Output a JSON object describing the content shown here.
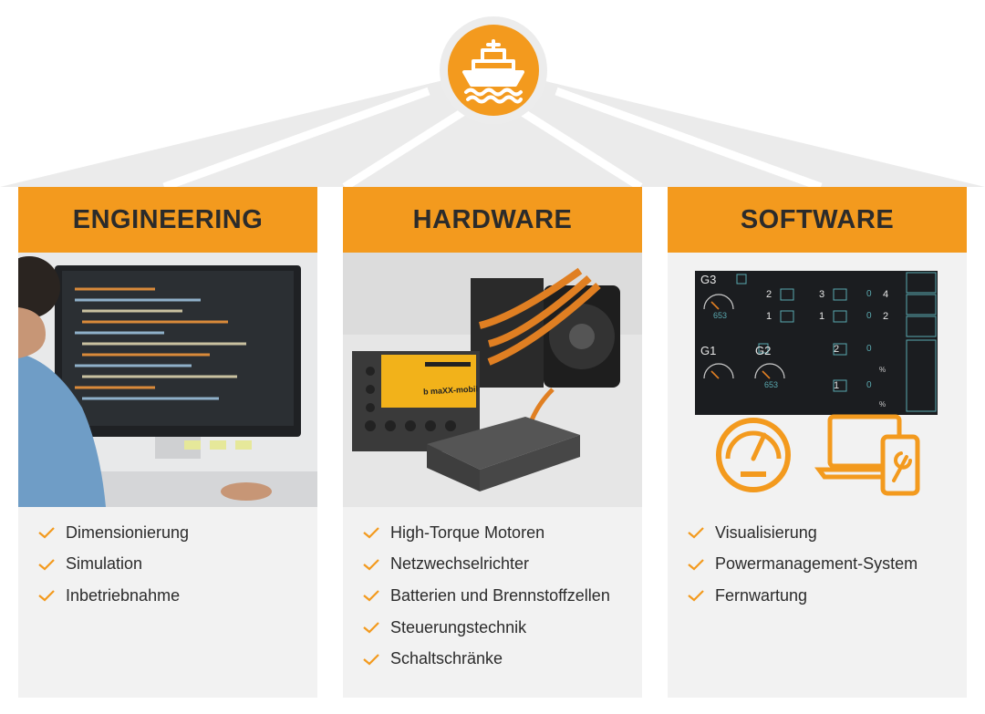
{
  "colors": {
    "accent": "#f39a1e",
    "panel": "#f2f2f2",
    "text": "#2b2b2b",
    "roof": "#ebebeb"
  },
  "hub": {
    "icon": "ship-icon"
  },
  "pillars": [
    {
      "title": "ENGINEERING",
      "image": "engineer-at-monitor-photo",
      "items": [
        "Dimensionierung",
        "Simulation",
        "Inbetriebnahme"
      ]
    },
    {
      "title": "HARDWARE",
      "image": "hardware-components-photo",
      "device_label": "b maXX-mobil",
      "items": [
        "High-Torque Motoren",
        "Netzwechselrichter",
        "Batterien und Brennstoffzellen",
        "Steuerungstechnik",
        "Schaltschränke"
      ]
    },
    {
      "title": "SOFTWARE",
      "image": "hmi-dashboard-screenshot",
      "dashboard": {
        "gen_labels": [
          "G3",
          "G1",
          "G2"
        ],
        "rpm_values": [
          "653",
          "653"
        ],
        "zero": "0",
        "percent": "%",
        "fan_numbers": [
          "2",
          "3",
          "1",
          "1",
          "4",
          "2"
        ],
        "battery_numbers": [
          "2",
          "1"
        ]
      },
      "items": [
        "Visualisierung",
        "Powermanagement-System",
        "Fernwartung"
      ]
    }
  ]
}
